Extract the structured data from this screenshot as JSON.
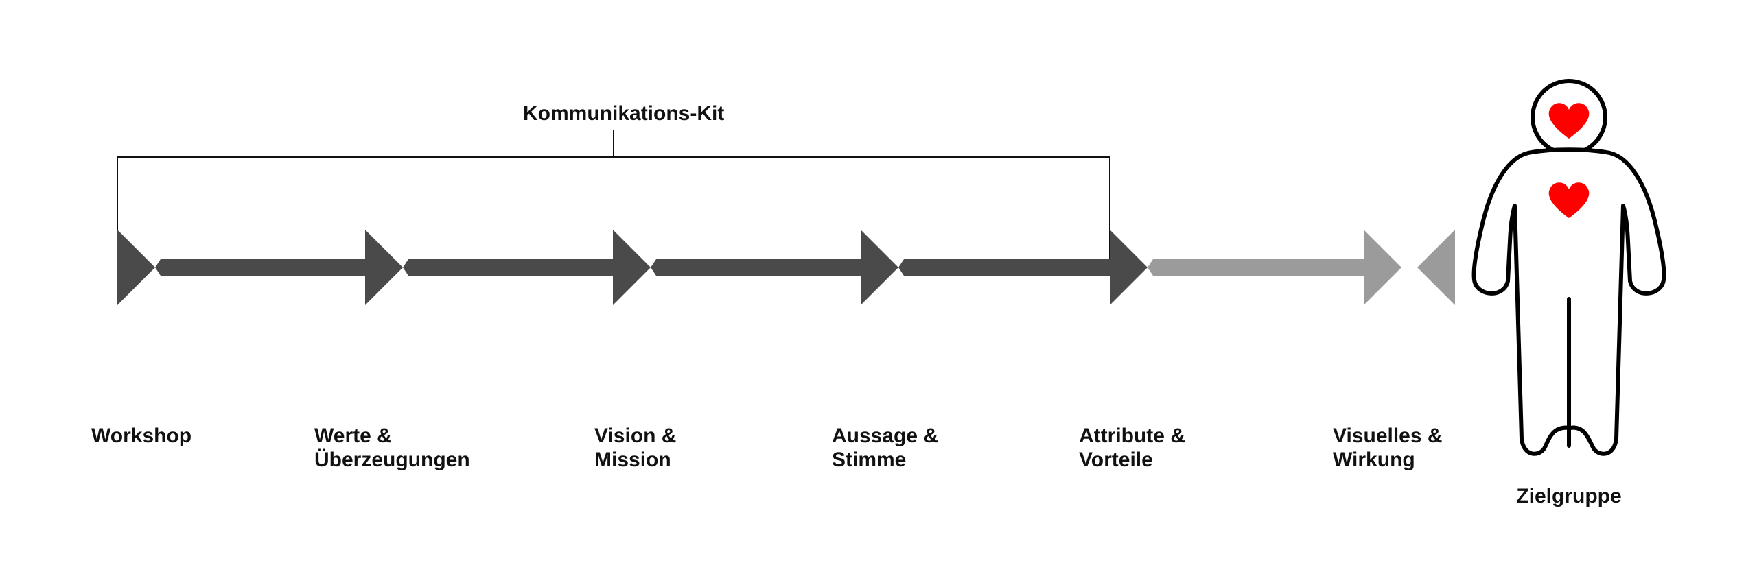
{
  "bracket": {
    "label": "Kommunikations-Kit"
  },
  "steps": [
    {
      "line1": "Workshop",
      "line2": ""
    },
    {
      "line1": "Werte &",
      "line2": "Überzeugungen"
    },
    {
      "line1": "Vision &",
      "line2": "Mission"
    },
    {
      "line1": "Aussage &",
      "line2": "Stimme"
    },
    {
      "line1": "Attribute &",
      "line2": "Vorteile"
    },
    {
      "line1": "Visuelles &",
      "line2": "Wirkung"
    }
  ],
  "target": {
    "label": "Zielgruppe",
    "icon": "person-with-hearts-icon"
  },
  "colors": {
    "dark_arrow": "#4a4a4a",
    "light_arrow": "#9b9b9b",
    "heart": "#ff0000",
    "outline": "#000000",
    "text": "#111111"
  }
}
